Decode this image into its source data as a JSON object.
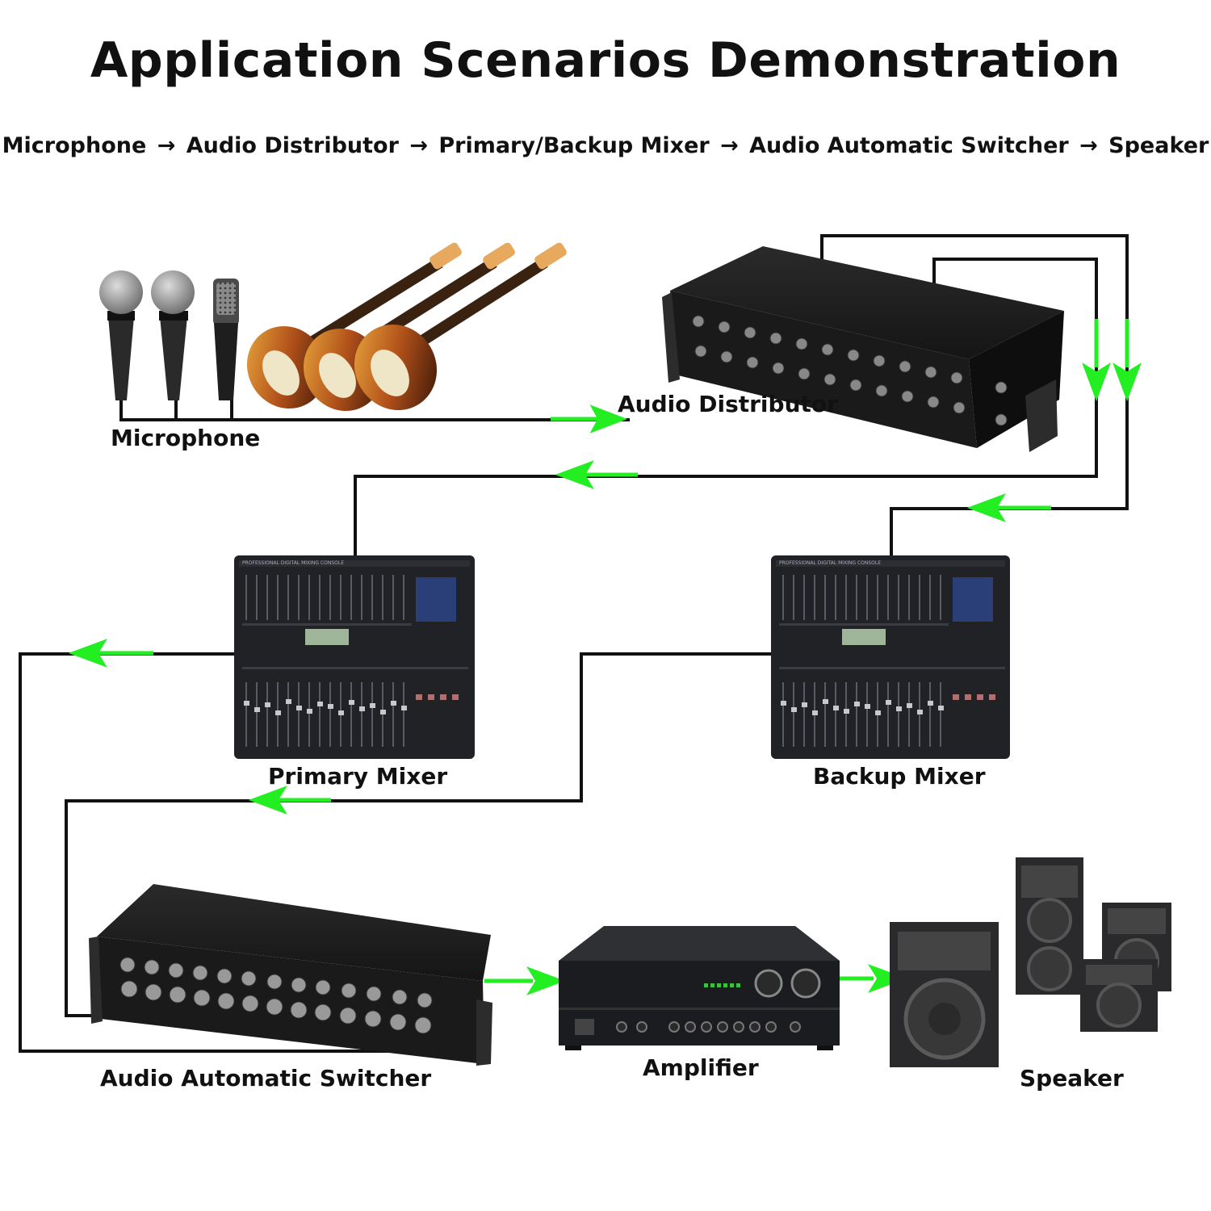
{
  "title": "Application Scenarios Demonstration",
  "flow": {
    "steps": [
      "Microphone",
      "Audio Distributor",
      "Primary/Backup Mixer",
      "Audio Automatic Switcher",
      "Speaker"
    ],
    "arrow": "→"
  },
  "labels": {
    "microphone": "Microphone",
    "distributor": "Audio Distributor",
    "primary_mixer": "Primary Mixer",
    "backup_mixer": "Backup Mixer",
    "switcher": "Audio Automatic Switcher",
    "amplifier": "Amplifier",
    "speaker": "Speaker"
  },
  "mixer_header_text": "PROFESSIONAL DIGITAL MIXING CONSOLE",
  "colors": {
    "wire": "#111111",
    "arrow": "#22ee22",
    "device": "#1c1c1c"
  }
}
